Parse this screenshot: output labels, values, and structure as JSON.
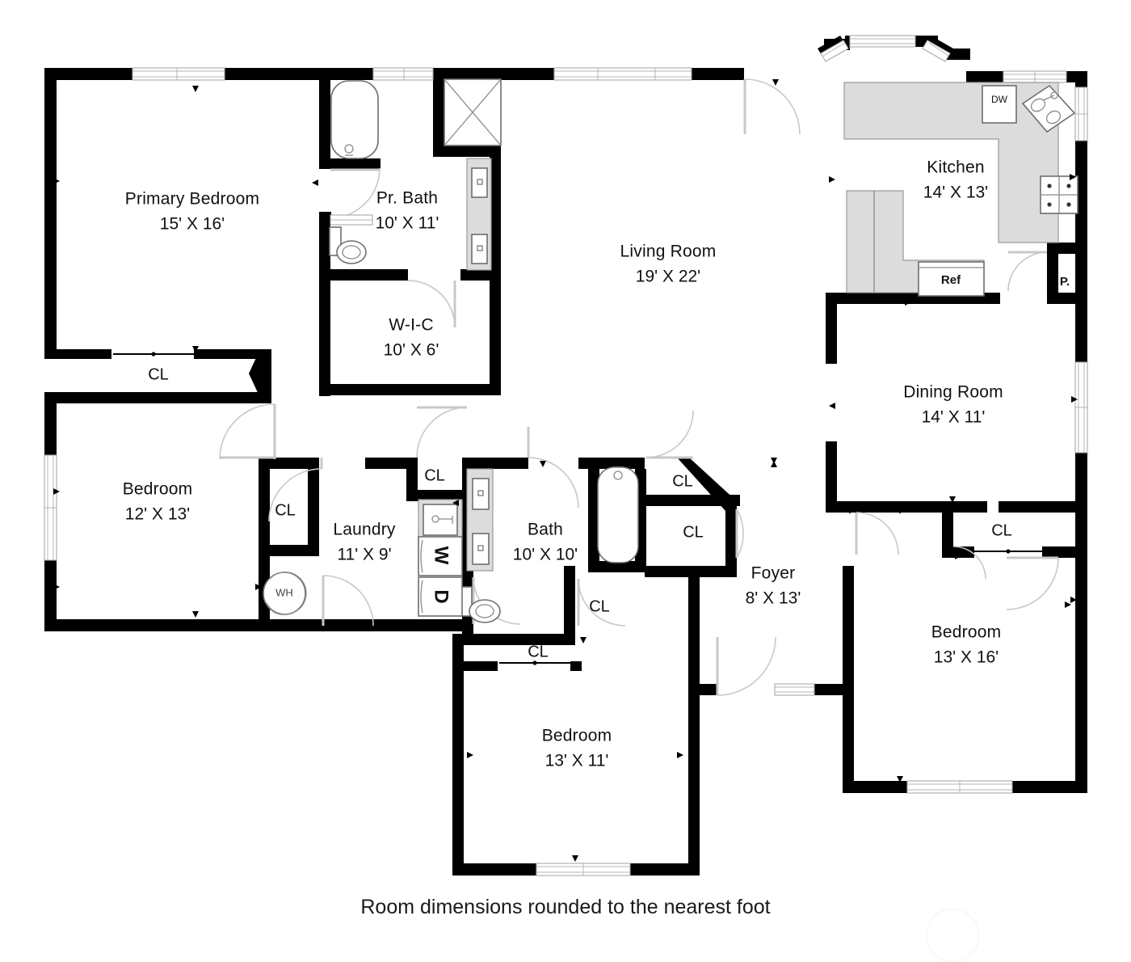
{
  "plan": {
    "caption": "Room dimensions rounded to the nearest foot",
    "rooms": [
      {
        "id": "primary-bedroom",
        "name": "Primary Bedroom",
        "dimensions": "15' X 16'"
      },
      {
        "id": "primary-bath",
        "name": "Pr. Bath",
        "dimensions": "10' X 11'"
      },
      {
        "id": "walk-in-closet",
        "name": "W-I-C",
        "dimensions": "10' X 6'"
      },
      {
        "id": "living-room",
        "name": "Living Room",
        "dimensions": "19' X 22'"
      },
      {
        "id": "kitchen",
        "name": "Kitchen",
        "dimensions": "14' X 13'"
      },
      {
        "id": "dining-room",
        "name": "Dining Room",
        "dimensions": "14' X 11'"
      },
      {
        "id": "bedroom-left",
        "name": "Bedroom",
        "dimensions": "12' X 13'"
      },
      {
        "id": "laundry",
        "name": "Laundry",
        "dimensions": "11' X 9'"
      },
      {
        "id": "bath",
        "name": "Bath",
        "dimensions": "10' X 10'"
      },
      {
        "id": "foyer",
        "name": "Foyer",
        "dimensions": "8' X 13'"
      },
      {
        "id": "bedroom-bottom",
        "name": "Bedroom",
        "dimensions": "13' X 11'"
      },
      {
        "id": "bedroom-right",
        "name": "Bedroom",
        "dimensions": "13' X 16'"
      }
    ],
    "closets": [
      {
        "id": "cl-primary",
        "label": "CL"
      },
      {
        "id": "cl-bedroom-left",
        "label": "CL"
      },
      {
        "id": "cl-laundry-top",
        "label": "CL"
      },
      {
        "id": "cl-bath-upper",
        "label": "CL"
      },
      {
        "id": "cl-foyer",
        "label": "CL"
      },
      {
        "id": "cl-bath-lower",
        "label": "CL"
      },
      {
        "id": "cl-bedroom-bottom",
        "label": "CL"
      },
      {
        "id": "cl-bedroom-right",
        "label": "CL"
      }
    ],
    "appliances": [
      {
        "id": "dishwasher",
        "label": "DW"
      },
      {
        "id": "refrigerator",
        "label": "Ref"
      },
      {
        "id": "pantry",
        "label": "P."
      },
      {
        "id": "washer",
        "label": "W"
      },
      {
        "id": "dryer",
        "label": "D"
      },
      {
        "id": "water-heater",
        "label": "WH"
      }
    ],
    "colors": {
      "wall": "#000000",
      "counter_fill": "#dcdcdc",
      "counter_stroke": "#9a9a9a",
      "fixture_stroke": "#6e6e6e",
      "door_swing": "#c8c8c8",
      "background": "#ffffff",
      "text": "#111111"
    }
  }
}
